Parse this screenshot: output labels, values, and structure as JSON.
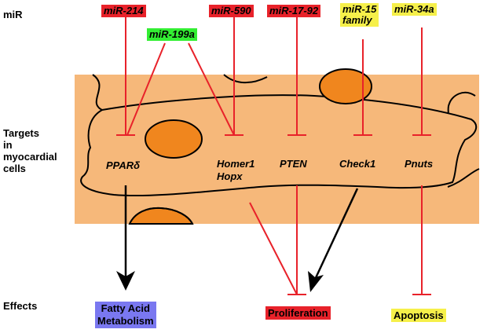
{
  "rows": {
    "mir": "miR",
    "targets": [
      "Targets",
      "in",
      "myocardial",
      "cells"
    ],
    "effects": "Effects"
  },
  "mirnas": {
    "mir214": "miR-214",
    "mir199a": "miR-199a",
    "mir590": "miR-590",
    "mir1792": "miR-17-92",
    "mir15": [
      "miR-15",
      "family"
    ],
    "mir34a": "miR-34a"
  },
  "targets": {
    "ppard": "PPARδ",
    "homer1": "Homer1",
    "hopx": "Hopx",
    "pten": "PTEN",
    "check1": "Check1",
    "pnuts": "Pnuts"
  },
  "effects": {
    "fatty": [
      "Fatty Acid",
      "Metabolism"
    ],
    "proliferation": "Proliferation",
    "apoptosis": "Apoptosis"
  },
  "colors": {
    "red_badge": "#e8222a",
    "green_badge": "#33ee33",
    "yellow_badge": "#f6f04a",
    "blue_badge": "#7a78f0",
    "tissue": "#f6b87a",
    "nucleus": "#f0861e",
    "inhibition_line": "#e8222a",
    "activation_arrow": "#000000"
  }
}
